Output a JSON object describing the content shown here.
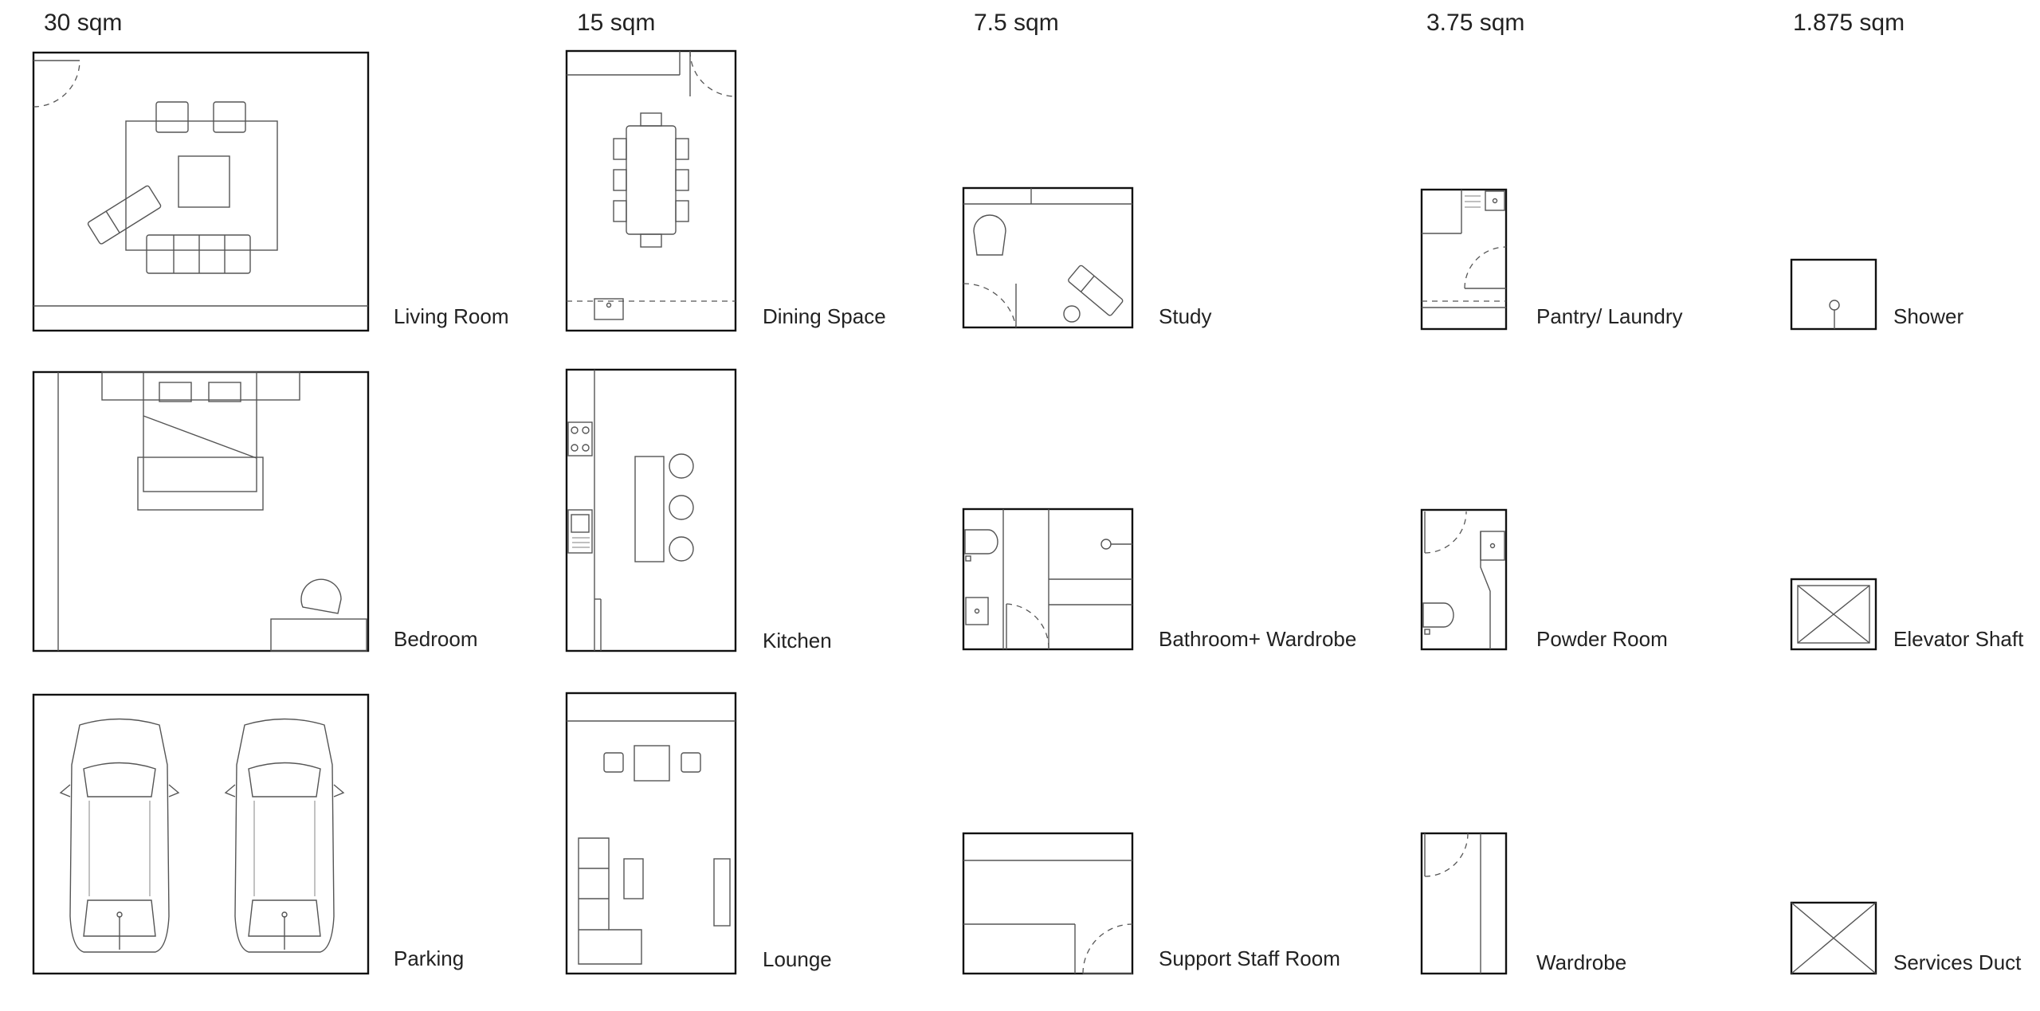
{
  "columns": [
    {
      "header": "30 sqm"
    },
    {
      "header": "15 sqm"
    },
    {
      "header": "7.5 sqm"
    },
    {
      "header": "3.75 sqm"
    },
    {
      "header": "1.875 sqm"
    }
  ],
  "rooms": {
    "living_room": "Living Room",
    "bedroom": "Bedroom",
    "parking": "Parking",
    "dining_space": "Dining Space",
    "kitchen": "Kitchen",
    "lounge": "Lounge",
    "study": "Study",
    "bathroom_wardrobe": "Bathroom+ Wardrobe",
    "support_staff_room": "Support Staff Room",
    "pantry_laundry": "Pantry/ Laundry",
    "powder_room": "Powder Room",
    "wardrobe": "Wardrobe",
    "shower": "Shower",
    "elevator_shaft": "Elevator Shaft",
    "services_duct": "Services Duct"
  }
}
